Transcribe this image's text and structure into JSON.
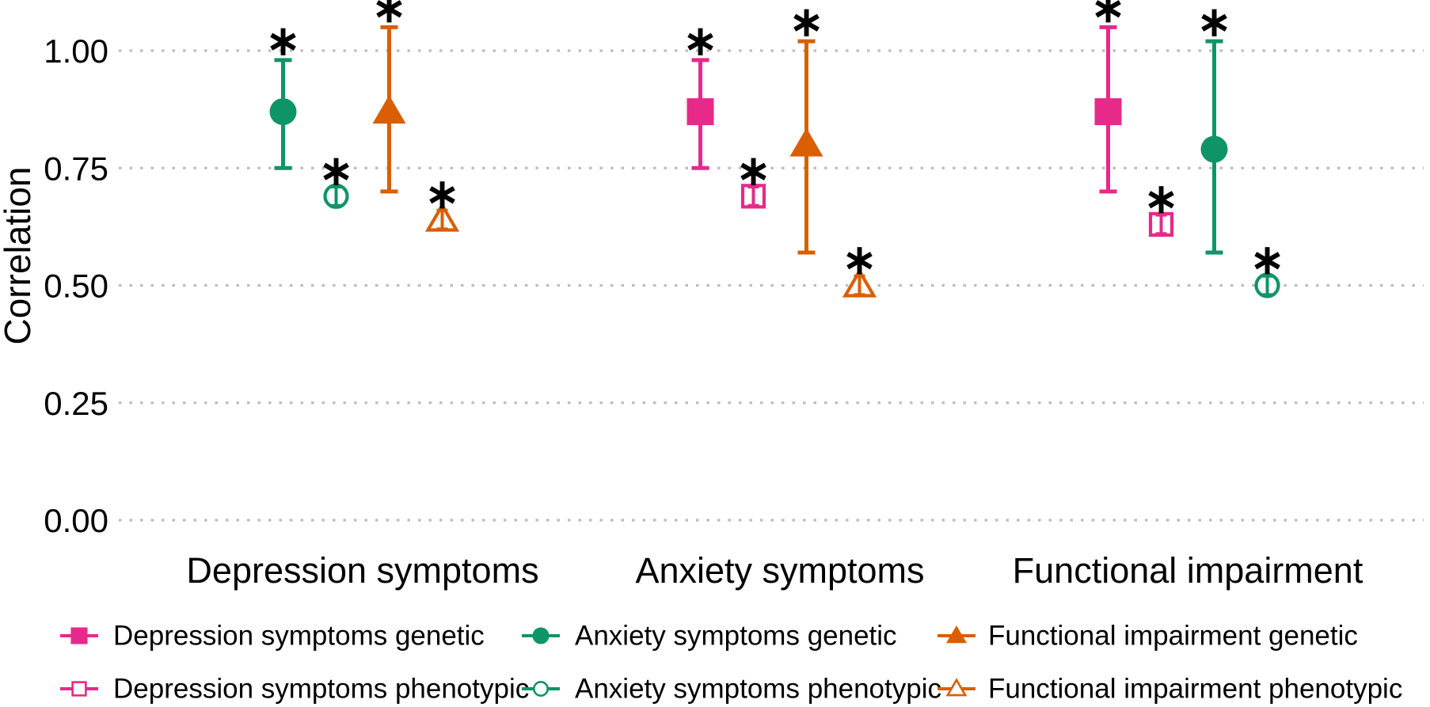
{
  "chart_data": {
    "type": "scatter",
    "title": "",
    "xlabel": "",
    "ylabel": "Correlation",
    "ylim": [
      0,
      1.09
    ],
    "yticks": [
      0,
      0.25,
      0.5,
      0.75,
      1
    ],
    "ytick_labels": [
      "0.00",
      "0.25",
      "0.50",
      "0.75",
      "1.00"
    ],
    "grid": "horizontal-dotted",
    "gridline_color": "#BDBDBD",
    "legend_position": "bottom",
    "significance_symbol": "∗",
    "colors": {
      "depression": "#E7298A",
      "anxiety": "#0F9468",
      "functional": "#D95F02"
    },
    "marker_shapes": {
      "depression": "square",
      "anxiety": "circle",
      "functional": "triangle"
    },
    "groups": [
      {
        "label": "Depression symptoms",
        "points": [
          {
            "series": "Anxiety symptoms genetic",
            "trait": "anxiety",
            "variant": "genetic",
            "value": 0.87,
            "ci_low": 0.75,
            "ci_high": 0.98,
            "significant": true
          },
          {
            "series": "Anxiety symptoms phenotypic",
            "trait": "anxiety",
            "variant": "phenotypic",
            "value": 0.69,
            "ci_low": 0.67,
            "ci_high": 0.71,
            "significant": true
          },
          {
            "series": "Functional impairment genetic",
            "trait": "functional",
            "variant": "genetic",
            "value": 0.87,
            "ci_low": 0.7,
            "ci_high": 1.05,
            "significant": true
          },
          {
            "series": "Functional impairment phenotypic",
            "trait": "functional",
            "variant": "phenotypic",
            "value": 0.64,
            "ci_low": 0.62,
            "ci_high": 0.66,
            "significant": true
          }
        ]
      },
      {
        "label": "Anxiety symptoms",
        "points": [
          {
            "series": "Depression symptoms genetic",
            "trait": "depression",
            "variant": "genetic",
            "value": 0.87,
            "ci_low": 0.75,
            "ci_high": 0.98,
            "significant": true
          },
          {
            "series": "Depression symptoms phenotypic",
            "trait": "depression",
            "variant": "phenotypic",
            "value": 0.69,
            "ci_low": 0.67,
            "ci_high": 0.71,
            "significant": true
          },
          {
            "series": "Functional impairment genetic",
            "trait": "functional",
            "variant": "genetic",
            "value": 0.8,
            "ci_low": 0.57,
            "ci_high": 1.02,
            "significant": true
          },
          {
            "series": "Functional impairment phenotypic",
            "trait": "functional",
            "variant": "phenotypic",
            "value": 0.5,
            "ci_low": 0.48,
            "ci_high": 0.52,
            "significant": true
          }
        ]
      },
      {
        "label": "Functional impairment",
        "points": [
          {
            "series": "Depression symptoms genetic",
            "trait": "depression",
            "variant": "genetic",
            "value": 0.87,
            "ci_low": 0.7,
            "ci_high": 1.05,
            "significant": true
          },
          {
            "series": "Depression symptoms phenotypic",
            "trait": "depression",
            "variant": "phenotypic",
            "value": 0.63,
            "ci_low": 0.61,
            "ci_high": 0.65,
            "significant": true
          },
          {
            "series": "Anxiety symptoms genetic",
            "trait": "anxiety",
            "variant": "genetic",
            "value": 0.79,
            "ci_low": 0.57,
            "ci_high": 1.02,
            "significant": true
          },
          {
            "series": "Anxiety symptoms phenotypic",
            "trait": "anxiety",
            "variant": "phenotypic",
            "value": 0.5,
            "ci_low": 0.48,
            "ci_high": 0.52,
            "significant": true
          }
        ]
      }
    ],
    "legend": {
      "rows": [
        [
          {
            "label": "Depression symptoms genetic",
            "trait": "depression",
            "variant": "genetic"
          },
          {
            "label": "Anxiety symptoms genetic",
            "trait": "anxiety",
            "variant": "genetic"
          },
          {
            "label": "Functional impairment genetic",
            "trait": "functional",
            "variant": "genetic"
          }
        ],
        [
          {
            "label": "Depression symptoms phenotypic",
            "trait": "depression",
            "variant": "phenotypic"
          },
          {
            "label": "Anxiety symptoms phenotypic",
            "trait": "anxiety",
            "variant": "phenotypic"
          },
          {
            "label": "Functional impairment phenotypic",
            "trait": "functional",
            "variant": "phenotypic"
          }
        ]
      ]
    }
  }
}
